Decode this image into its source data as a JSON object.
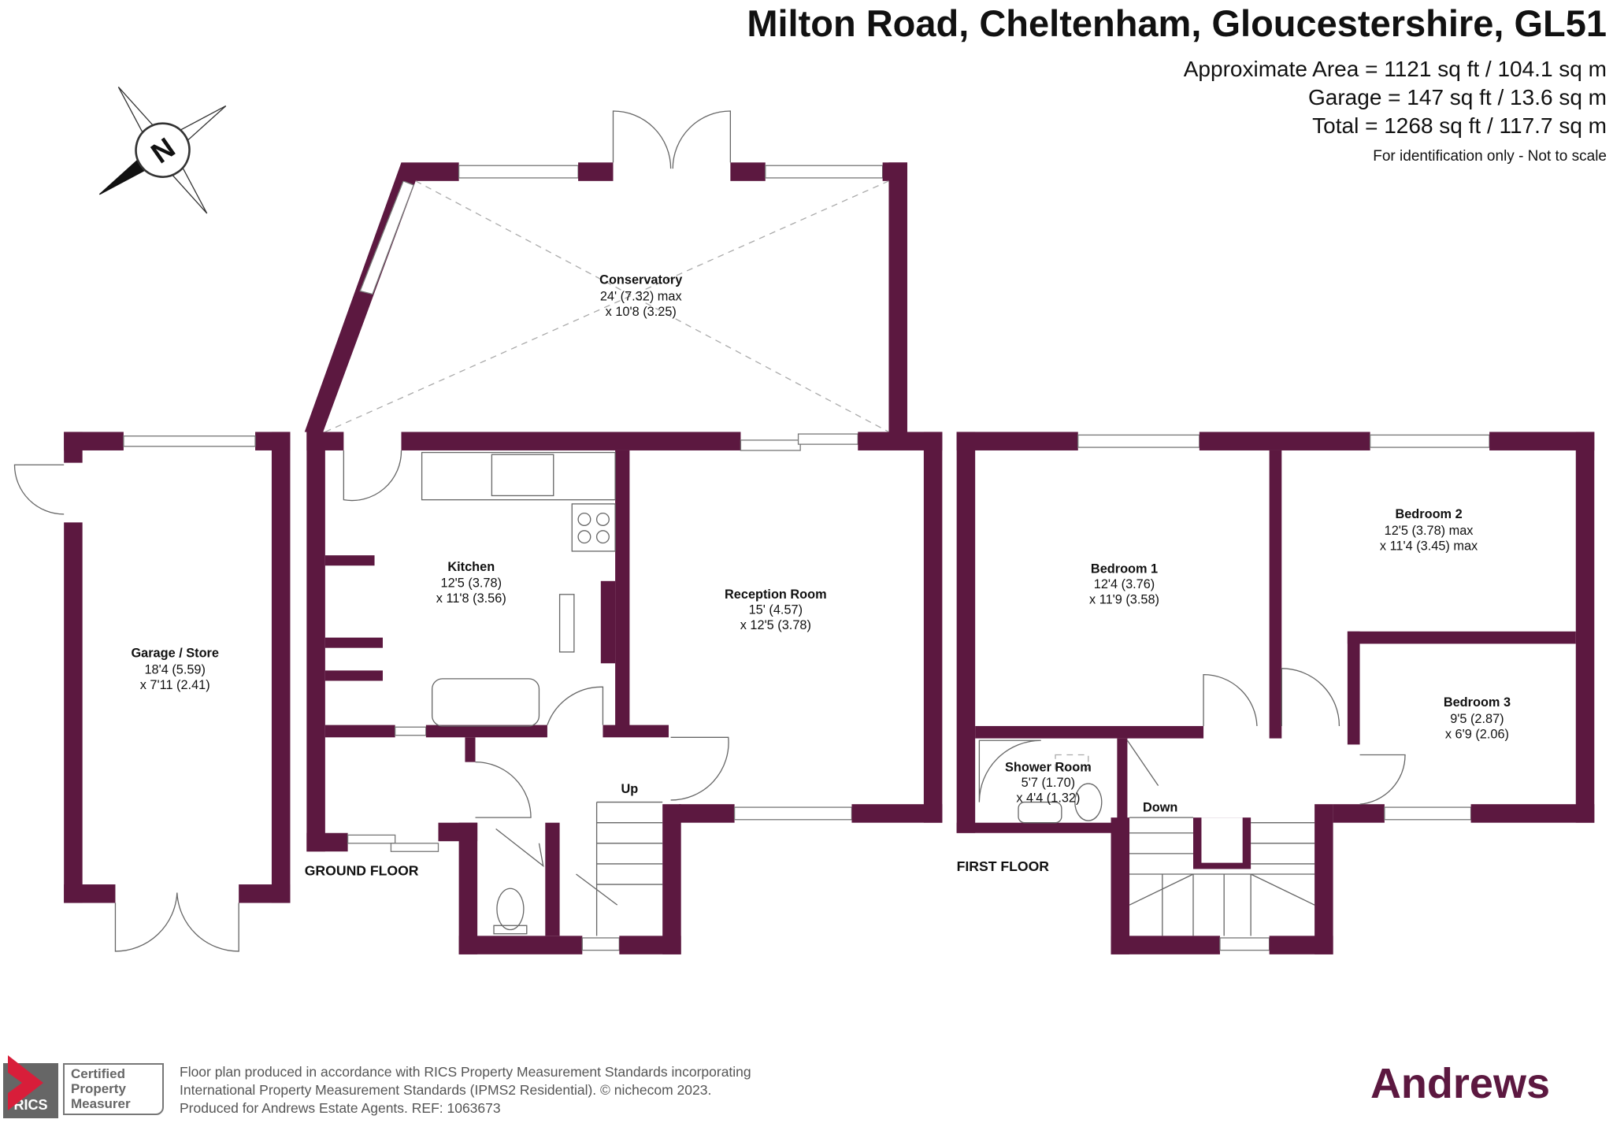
{
  "header": {
    "title": "Milton Road, Cheltenham, Gloucestershire, GL51",
    "areas": [
      "Approximate Area = 1121 sq ft / 104.1 sq m",
      "Garage = 147 sq ft / 13.6 sq m",
      "Total = 1268 sq ft / 117.7 sq m"
    ],
    "note": "For identification only - Not to scale"
  },
  "compass": {
    "label": "N"
  },
  "floors": {
    "ground": {
      "label": "GROUND FLOOR",
      "rooms": [
        {
          "name": "Conservatory",
          "dims": [
            "24' (7.32) max",
            "x 10'8 (3.25)"
          ]
        },
        {
          "name": "Garage / Store",
          "dims": [
            "18'4 (5.59)",
            "x 7'11 (2.41)"
          ]
        },
        {
          "name": "Kitchen",
          "dims": [
            "12'5 (3.78)",
            "x 11'8 (3.56)"
          ]
        },
        {
          "name": "Reception Room",
          "dims": [
            "15' (4.57)",
            "x 12'5 (3.78)"
          ]
        }
      ],
      "stairs_label": "Up"
    },
    "first": {
      "label": "FIRST FLOOR",
      "rooms": [
        {
          "name": "Bedroom 1",
          "dims": [
            "12'4 (3.76)",
            "x 11'9 (3.58)"
          ]
        },
        {
          "name": "Bedroom 2",
          "dims": [
            "12'5 (3.78) max",
            "x 11'4 (3.45) max"
          ]
        },
        {
          "name": "Bedroom 3",
          "dims": [
            "9'5 (2.87)",
            "x 6'9 (2.06)"
          ]
        },
        {
          "name": "Shower Room",
          "dims": [
            "5'7 (1.70)",
            "x 4'4 (1.32)"
          ]
        }
      ],
      "stairs_label": "Down"
    }
  },
  "footer": {
    "rics_badge": "RICS",
    "certified": [
      "Certified",
      "Property",
      "Measurer"
    ],
    "lines": [
      "Floor plan produced in accordance with RICS Property Measurement Standards incorporating",
      "International Property Measurement Standards (IPMS2 Residential).   © nichecom 2023.",
      "Produced for Andrews Estate Agents.   REF:  1063673"
    ],
    "brand": "Andrews"
  },
  "colors": {
    "wall": "#5c1840",
    "brand": "#5c1840"
  }
}
